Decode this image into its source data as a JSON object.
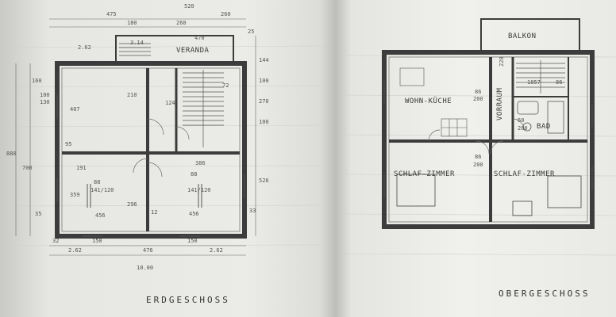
{
  "titles": {
    "left": "ERDGESCHOSS",
    "right": "OBERGESCHOSS"
  },
  "rooms": {
    "veranda": "VERANDA",
    "wohn_kueche": "WOHN-KÜCHE",
    "vorraum": "VORRAUM",
    "bad": "BAD",
    "balkon": "BALKON",
    "schlaf_1": "SCHLAF-ZIMMER",
    "schlaf_2": "SCHLAF-ZIMMER"
  },
  "dimensions": {
    "top_overall": "520",
    "top_a": "475",
    "top_b": "180",
    "top_c": "260",
    "top_d": "260",
    "top_e": "25",
    "veranda_w": "470",
    "v1": "2.62",
    "v2": "3.14",
    "right_a": "144",
    "right_b": "100",
    "right_c": "270",
    "right_d": "100",
    "right_e": "526",
    "right_f": "33",
    "left_a": "160",
    "left_b": "100",
    "left_c": "130",
    "left_d": "880",
    "left_e": "700",
    "left_f": "35",
    "room_h1": "407",
    "room_h2": "359",
    "room_h3": "296",
    "room_w1": "191",
    "room_w2": "456",
    "room_w3": "456",
    "room_w4": "386",
    "win_1": "88",
    "win_1b": "141/120",
    "win_2": "88",
    "win_2b": "141/120",
    "bot_a": "2.62",
    "bot_b": "476",
    "bot_c": "2.62",
    "bot_d": "150",
    "bot_e": "150",
    "bot_overall": "10.00",
    "bot_f": "32",
    "n_210": "210",
    "n_124": "124",
    "n_95": "95",
    "n_72": "72",
    "n_12": "12",
    "up_86a": "86",
    "up_200a": "200",
    "up_86b": "86",
    "up_200b": "200",
    "up_60": "60",
    "up_200c": "200",
    "up_1857": "1857",
    "up_86c": "86",
    "up_220": "220"
  }
}
